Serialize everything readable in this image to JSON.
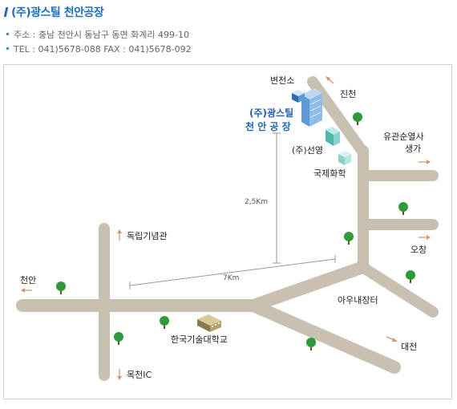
{
  "header": {
    "title": "(주)광스틸 천안공장",
    "address": "주소 : 충남 천안시 동남구 동면 화계리 499-10",
    "phone": "TEL : 041)5678-088  FAX : 041)5678-092"
  },
  "map": {
    "labels": {
      "substation": "변전소",
      "jincheon": "진천",
      "company_line1": "(주)광스틸",
      "company_line2": "천 안 공 장",
      "sunyoung": "(주)선영",
      "kukje": "국제화학",
      "yugwan_line1": "유관순열사",
      "yugwan_line2": "생가",
      "ochang": "오창",
      "dokrip": "독립기념관",
      "cheonan": "천안",
      "auné": "아우내장터",
      "univ": "한국기술대학교",
      "daejeon": "대전",
      "mokcheon": "목천IC",
      "dist_vertical": "2,5Km",
      "dist_horizontal": "7Km"
    },
    "colors": {
      "road": "#c8c0b0",
      "company_label": "#1e63b8",
      "arrow": "#d4966a",
      "tree": "#2f9a3a"
    }
  }
}
